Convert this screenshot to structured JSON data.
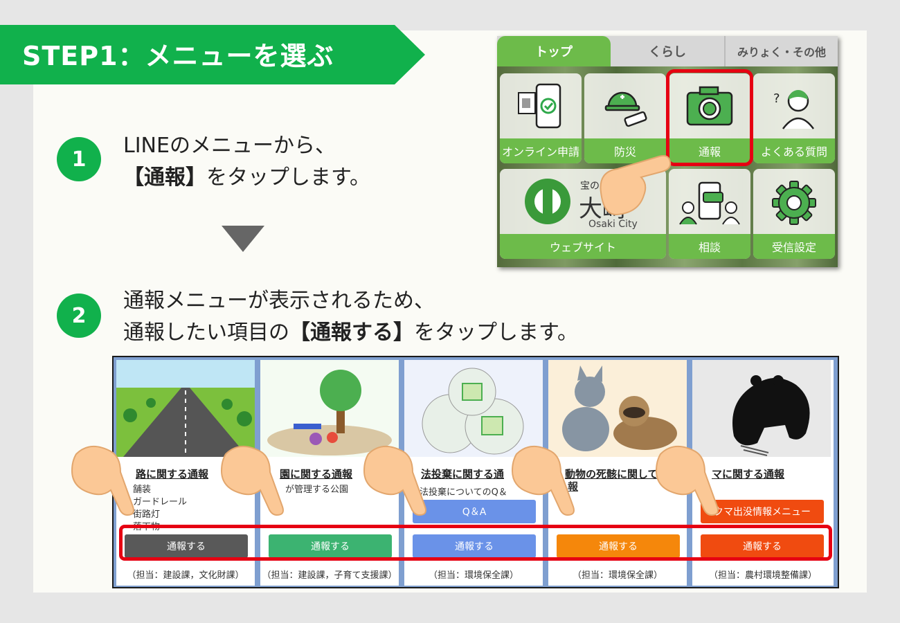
{
  "banner": {
    "title": "STEP1：メニューを選ぶ"
  },
  "step1": {
    "number": "1",
    "line1": "LINEのメニューから、",
    "line2_bold": "【通報】",
    "line2_rest": "をタップします。"
  },
  "step2": {
    "number": "2",
    "line1": "通報メニューが表示されるため、",
    "line2_start": "通報したい項目の",
    "line2_bold": "【通報する】",
    "line2_rest": "をタップします。"
  },
  "richmenu": {
    "tabs": [
      "トップ",
      "くらし",
      "みりょく・その他"
    ],
    "tiles": [
      "オンライン申請",
      "防災",
      "通報",
      "よくある質問",
      "ウェブサイト",
      "相談",
      "受信設定"
    ],
    "logo_text": {
      "top": "宝の",
      "main": "大崎",
      "en": "Osaki City"
    }
  },
  "report_cards": [
    {
      "title": "路に関する通報",
      "subs": [
        "舗装",
        "ガードレール",
        "街路灯",
        "落下物"
      ],
      "extra_button": "",
      "button": "通報する",
      "button_color": "#595959",
      "footer": "（担当：建設課，文化財課）"
    },
    {
      "title": "園に関する通報",
      "subs": [
        "が管理する公園"
      ],
      "extra_button": "",
      "button": "通報する",
      "button_color": "#3cb371",
      "footer": "（担当：建設課，子育て支援課）"
    },
    {
      "title": "法投棄に関する通",
      "subs": [
        "法投棄についてのQ＆"
      ],
      "extra_button": "Q＆A",
      "extra_button_color": "#6a92e8",
      "button": "通報する",
      "button_color": "#6a92e8",
      "footer": "（担当：環境保全課）"
    },
    {
      "title": "動物の死骸に関して",
      "subs": [
        "報"
      ],
      "extra_button": "",
      "button": "通報する",
      "button_color": "#f5870b",
      "footer": "（担当：環境保全課）"
    },
    {
      "title": "マに関する通報",
      "subs": [],
      "extra_button": "クマ出没情報メニュー",
      "extra_button_color": "#f04b10",
      "button": "通報する",
      "button_color": "#f04b10",
      "footer": "（担当：農村環境整備課）"
    }
  ],
  "colors": {
    "accent_green": "#11b14c",
    "menu_green": "#6dbb4a",
    "highlight_red": "#e60012"
  }
}
